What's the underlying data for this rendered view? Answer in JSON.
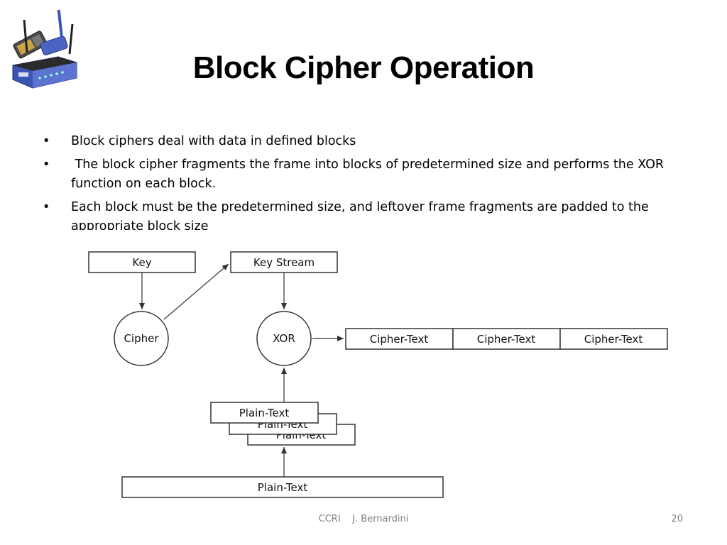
{
  "slide": {
    "title": "Block Cipher Operation",
    "bullets": [
      "Block ciphers deal with data in defined blocks",
      " The block cipher fragments the frame into blocks of predetermined size and performs the XOR function on each block.",
      "Each block must be the predetermined size, and leftover frame fragments are padded to the appropriate block size"
    ],
    "bullet_symbol": "•"
  },
  "diagram": {
    "key_label": "Key",
    "key_stream_label": "Key Stream",
    "cipher_label": "Cipher",
    "xor_label": "XOR",
    "ciphertext_blocks": [
      "Cipher-Text",
      "Cipher-Text",
      "Cipher-Text"
    ],
    "plaintext_stack": [
      "Plain-Text",
      "Plain-Text",
      "Plain-Text"
    ],
    "plaintext_input": "Plain-Text"
  },
  "footer": {
    "credit": "CCRI    J. Bernardini",
    "page_number": "20"
  },
  "colors": {
    "title": "#000000",
    "footer_text": "#7f7f7f",
    "router_blue": "#3a55b4",
    "router_dark": "#2b2b2b"
  },
  "icons": {
    "logo": "wireless-router-icon"
  }
}
